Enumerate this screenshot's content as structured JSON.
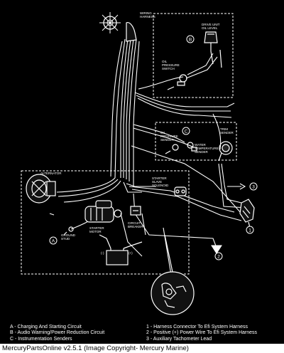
{
  "diagram": {
    "labels": {
      "wiring_harness": [
        "WIRING",
        "HARNESS"
      ],
      "drive_unit_oil_level": [
        "DRIVE UNIT",
        "OIL LEVEL"
      ],
      "oil_pressure_switch": [
        "OIL",
        "PRESSURE",
        "SWITCH"
      ],
      "oil_pressure_sender": [
        "OIL",
        "PRESSURE",
        "SENDER"
      ],
      "water_temperature_sender": [
        "WATER",
        "TEMPERATURE",
        "SENDER"
      ],
      "trim_sender": [
        "TRIM",
        "SENDER"
      ],
      "alternator": "ALTERNATOR",
      "starter_slave_solenoid": [
        "STARTER",
        "SLAVE",
        "SOLENOID"
      ],
      "starter_motor": [
        "STARTER",
        "MOTOR"
      ],
      "circuit_breaker": [
        "CIRCUIT",
        "BREAKER"
      ],
      "ground_stud": [
        "GROUND",
        "STUD"
      ],
      "battery_neg": "(-)",
      "battery_pos": "(+)"
    },
    "callouts": {
      "a": "A",
      "b": "B",
      "c": "C",
      "n1": "1",
      "n2": "2",
      "n3": "3"
    }
  },
  "legend": {
    "left": [
      "A - Charging And Starting Circuit",
      "B - Audio Warning/Power Reduction Circuit",
      "C - Instrumentation Senders"
    ],
    "right": [
      "1 - Harness Connector To Efi System Harness",
      "2 - Positive (+) Power Wire To Efi System Harness",
      "3 - Auxiliary Tachometer Lead"
    ]
  },
  "footer": "MercuryPartsOnline v2.5.1 (Image Copyright- Mercury Marine)"
}
